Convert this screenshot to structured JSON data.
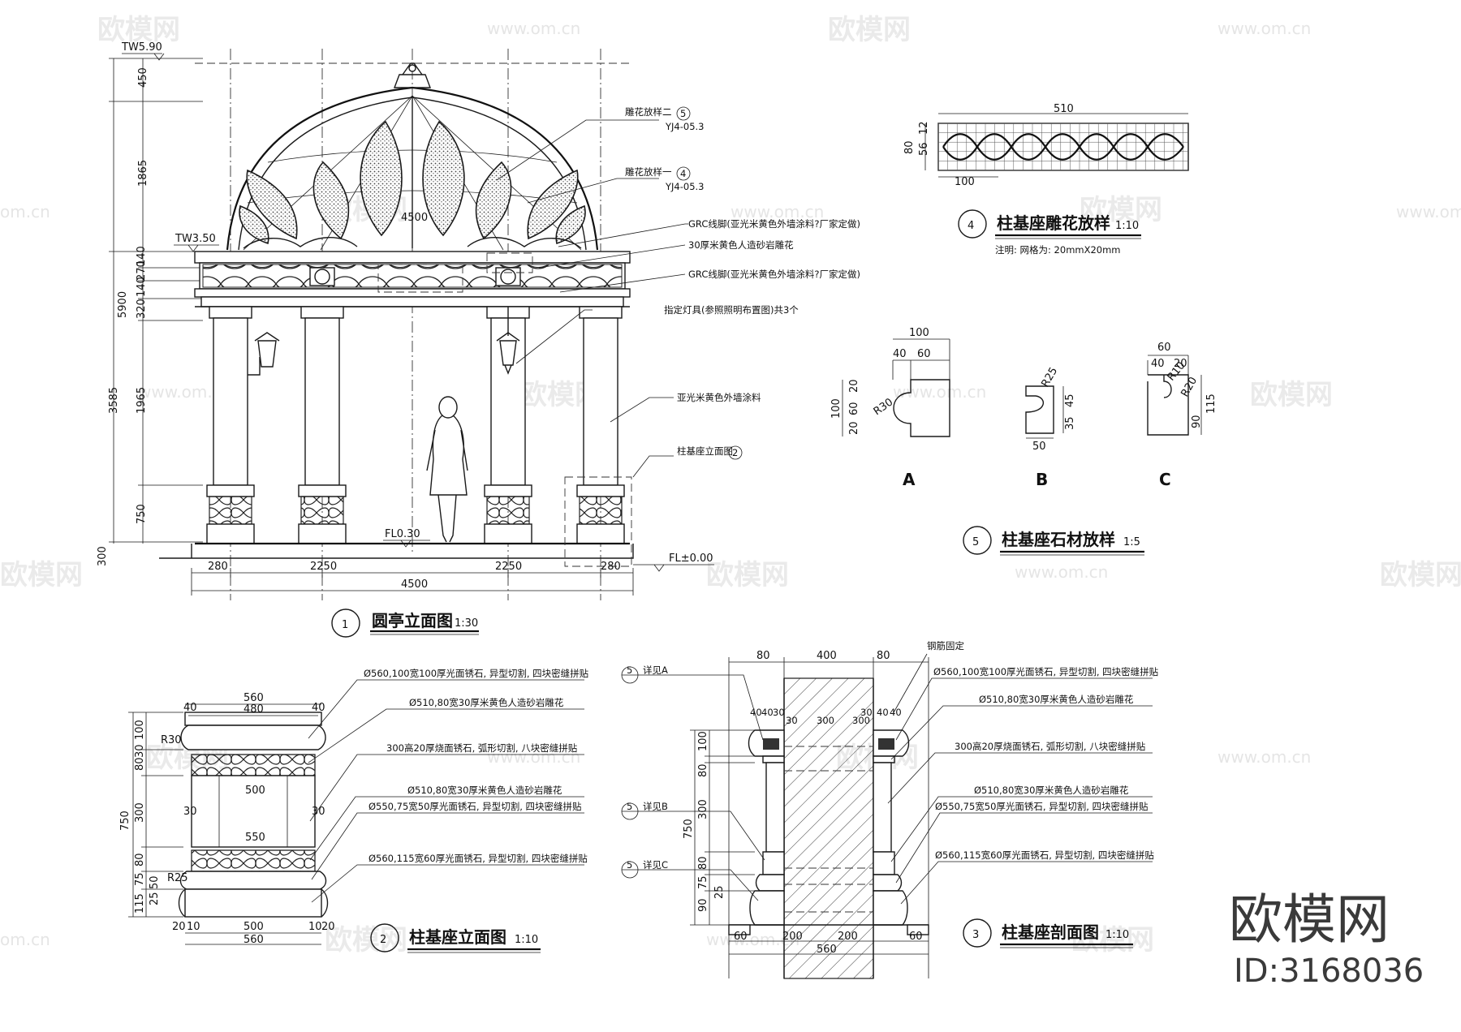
{
  "watermarks": {
    "brand": "欧模网",
    "site": "www.om.cn",
    "site_partial": "om.cn",
    "site_www": "www.om.c",
    "brand_partial": "欧模网"
  },
  "brand_mark": {
    "name": "欧模网",
    "id": "ID:3168036"
  },
  "fig1": {
    "num": "1",
    "title": "圆亭立面图",
    "scale": "1:30",
    "levels": {
      "top": "TW5.90",
      "eave": "TW3.50",
      "floor": "FL0.30",
      "ground": "FL±0.00"
    },
    "vdims_outer": [
      "450",
      "1865",
      "5900",
      "3585",
      "300"
    ],
    "vdims_inner": [
      "140",
      "270",
      "140",
      "320",
      "1965",
      "750"
    ],
    "hdims": [
      "280",
      "2250",
      "2250",
      "280"
    ],
    "total_width": "4500",
    "dome_label": "4500",
    "callouts": [
      {
        "text": "雕花放样二",
        "ref": "5",
        "sheet": "YJ4-05.3"
      },
      {
        "text": "雕花放样一",
        "ref": "4",
        "sheet": "YJ4-05.3"
      },
      {
        "text": "GRC线脚(亚光米黄色外墙涂料?厂家定做)"
      },
      {
        "text": "30厚米黄色人造砂岩雕花"
      },
      {
        "text": "GRC线脚(亚光米黄色外墙涂料?厂家定做)"
      },
      {
        "text": "指定灯具(参照照明布置图)共3个"
      },
      {
        "text": "亚光米黄色外墙涂料"
      },
      {
        "text": "柱基座立面图",
        "ref": "2"
      }
    ]
  },
  "fig2": {
    "num": "2",
    "title": "柱基座立面图",
    "scale": "1:10",
    "top_dims": [
      "560",
      "480",
      "40",
      "40"
    ],
    "mid_dims": [
      "500",
      "550"
    ],
    "bottom_dims": [
      "20",
      "10",
      "500",
      "10",
      "20",
      "560"
    ],
    "vdims": [
      "100",
      "80",
      "30",
      "300",
      "80",
      "75",
      "115",
      "750",
      "25",
      "50"
    ],
    "radius": [
      "R30",
      "R25"
    ],
    "side_marks": [
      "30",
      "30"
    ],
    "callouts": [
      "Ø560,100宽100厚光面锈石, 异型切割, 四块密缝拼贴",
      "Ø510,80宽30厚米黄色人造砂岩雕花",
      "300高20厚烧面锈石, 弧形切割, 八块密缝拼贴",
      "Ø510,80宽30厚米黄色人造砂岩雕花",
      "Ø550,75宽50厚光面锈石, 异型切割, 四块密缝拼贴",
      "Ø560,115宽60厚光面锈石, 异型切割, 四块密缝拼贴"
    ]
  },
  "fig3": {
    "num": "3",
    "title": "柱基座剖面图",
    "scale": "1:10",
    "top_dims": [
      "80",
      "400",
      "80"
    ],
    "small_dims": [
      "40",
      "40",
      "30",
      "30",
      "300",
      "300",
      "30",
      "40",
      "40"
    ],
    "bottom_dims": [
      "60",
      "200",
      "200",
      "60",
      "560"
    ],
    "vdims": [
      "100",
      "80",
      "300",
      "80",
      "750",
      "75",
      "90",
      "25"
    ],
    "steel_note": "钢筋固定",
    "section_refs": [
      {
        "num": "5",
        "label": "详见A"
      },
      {
        "num": "5",
        "label": "详见B"
      },
      {
        "num": "5",
        "label": "详见C"
      }
    ],
    "callouts": [
      "Ø560,100宽100厚光面锈石, 异型切割, 四块密缝拼贴",
      "Ø510,80宽30厚米黄色人造砂岩雕花",
      "300高20厚烧面锈石, 弧形切割, 八块密缝拼贴",
      "Ø510,80宽30厚米黄色人造砂岩雕花",
      "Ø550,75宽50厚光面锈石, 异型切割, 四块密缝拼贴",
      "Ø560,115宽60厚光面锈石, 异型切割, 四块密缝拼贴"
    ]
  },
  "fig4": {
    "num": "4",
    "title": "柱基座雕花放样",
    "scale": "1:10",
    "note": "注明: 网格为: 20mmX20mm",
    "dims": {
      "width": "510",
      "height": "80",
      "inner": "56",
      "edge": "12",
      "grid": "100"
    }
  },
  "fig5": {
    "num": "5",
    "title": "柱基座石材放样",
    "scale": "1:5",
    "A": {
      "label": "A",
      "dims": [
        "100",
        "40",
        "60",
        "100",
        "20",
        "60",
        "20"
      ],
      "radius": "R30"
    },
    "B": {
      "label": "B",
      "dims": [
        "50",
        "45",
        "35"
      ],
      "radius": "R25"
    },
    "C": {
      "label": "C",
      "dims": [
        "60",
        "40",
        "20",
        "90",
        "115"
      ],
      "radius": [
        "R10",
        "R20"
      ]
    }
  }
}
